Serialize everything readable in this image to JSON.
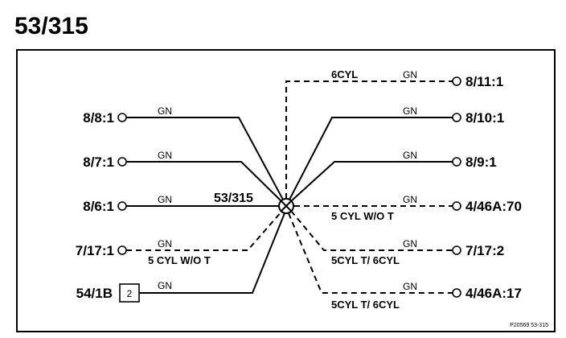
{
  "title": "53/315",
  "center_label": "53/315",
  "figure_ref": "P20569  53-315",
  "left_terminals": [
    {
      "label": "8/8:1",
      "wire": "GN",
      "note": ""
    },
    {
      "label": "8/7:1",
      "wire": "GN",
      "note": ""
    },
    {
      "label": "8/6:1",
      "wire": "GN",
      "note": ""
    },
    {
      "label": "7/17:1",
      "wire": "GN",
      "note": "5 CYL W/O T"
    },
    {
      "label": "54/1B",
      "wire": "GN",
      "note": "",
      "box": "2"
    }
  ],
  "right_terminals": [
    {
      "label": "8/11:1",
      "wire": "GN",
      "note": "6CYL"
    },
    {
      "label": "8/10:1",
      "wire": "GN",
      "note": ""
    },
    {
      "label": "8/9:1",
      "wire": "GN",
      "note": ""
    },
    {
      "label": "4/46A:70",
      "wire": "GN",
      "note": "5 CYL W/O T"
    },
    {
      "label": "7/17:2",
      "wire": "GN",
      "note": "5CYL T/ 6CYL"
    },
    {
      "label": "4/46A:17",
      "wire": "GN",
      "note": "5CYL T/ 6CYL"
    }
  ]
}
